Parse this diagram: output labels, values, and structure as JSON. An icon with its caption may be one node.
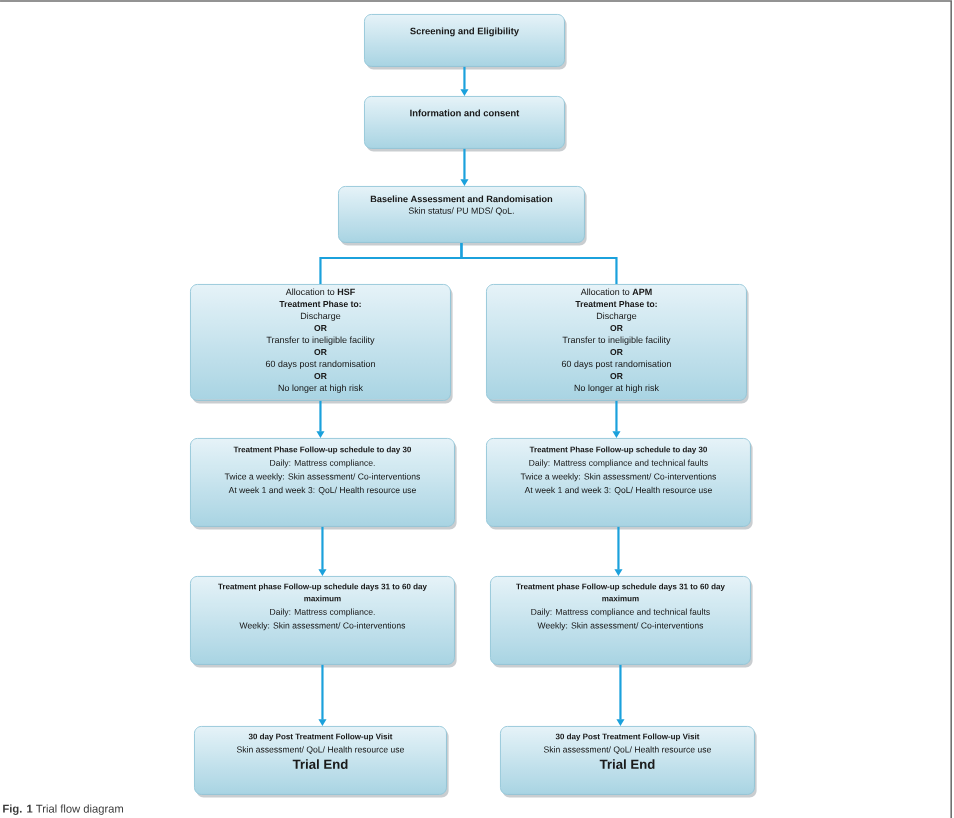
{
  "diagram": {
    "caption": "**Fig. 1** Trial flow diagram",
    "nodes": [
      {
        "text": [
          "Screening and Eligibility"
        ]
      },
      {
        "text": [
          "Information and consent"
        ]
      },
      {
        "text": [
          "Baseline Assessment and Randomisation",
          "Skin status/ PU MDS/ QoL."
        ]
      },
      {
        "text": [
          "Allocation to **HSF**",
          "Treatment Phase to:",
          "Discharge",
          "OR",
          "Transfer to ineligible facility",
          "OR",
          "60 days post randomisation",
          "OR",
          "No longer at high risk"
        ]
      },
      {
        "text": [
          "Allocation to **APM**",
          "Treatment Phase to:",
          "Discharge",
          "OR",
          "Transfer to ineligible facility",
          "OR",
          "60 days post randomisation",
          "OR",
          "No longer at high risk"
        ]
      },
      {
        "text": [
          "Treatment Phase Follow-up schedule to day 30",
          "Daily: Mattress compliance.",
          "Twice a weekly: Skin assessment/ Co-interventions",
          "At week 1 and week 3: QoL/ Health resource use"
        ]
      },
      {
        "text": [
          "Treatment Phase Follow-up schedule to day 30",
          "Daily: Mattress compliance and technical faults",
          "Twice a weekly: Skin assessment/ Co-interventions",
          "At week 1 and week 3: QoL/ Health resource use"
        ]
      },
      {
        "text": [
          "Treatment phase Follow-up schedule days 31 to 60 day maximum",
          "Daily: Mattress compliance.",
          "Weekly: Skin assessment/ Co-interventions"
        ]
      },
      {
        "text": [
          "Treatment phase Follow-up schedule days 31 to 60 day maximum",
          "Daily: Mattress compliance and technical faults",
          "Weekly: Skin assessment/ Co-interventions"
        ]
      },
      {
        "text": [
          "30 day Post Treatment Follow-up Visit",
          "Skin assessment/ QoL/ Health resource use",
          "Trial End"
        ]
      },
      {
        "text": [
          "30 day Post Treatment Follow-up Visit",
          "Skin assessment/ QoL/ Health resource use",
          "Trial End"
        ]
      }
    ],
    "edges": [
      {
        "from": 0,
        "to": 1,
        "arrow": "to"
      },
      {
        "from": 1,
        "to": 2,
        "arrow": "to"
      },
      {
        "from": 2,
        "to": 3,
        "arrow": "none"
      },
      {
        "from": 2,
        "to": 4,
        "arrow": "none"
      },
      {
        "from": 3,
        "to": 5,
        "arrow": "to"
      },
      {
        "from": 4,
        "to": 6,
        "arrow": "to"
      },
      {
        "from": 5,
        "to": 7,
        "arrow": "to"
      },
      {
        "from": 6,
        "to": 8,
        "arrow": "to"
      },
      {
        "from": 7,
        "to": 9,
        "arrow": "to"
      },
      {
        "from": 8,
        "to": 10,
        "arrow": "to"
      }
    ]
  }
}
